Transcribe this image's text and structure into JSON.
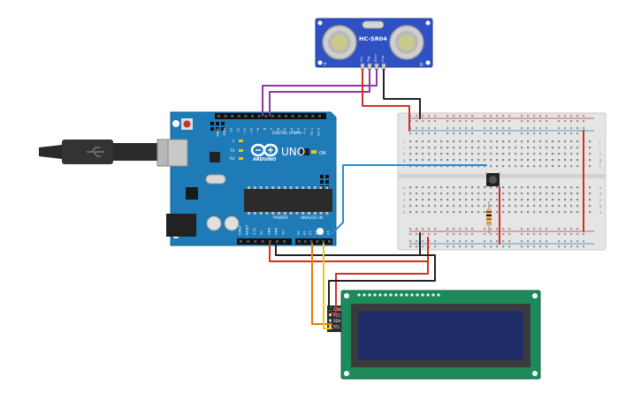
{
  "arduino": {
    "model": "UNO",
    "brand": "ARDUINO",
    "digital_label": "DIGITAL (PWM~)",
    "power_label": "POWER",
    "analog_label": "ANALOG IN",
    "on_label": "ON",
    "led_labels": [
      "L",
      "TX",
      "RX"
    ],
    "power_pins": [
      "IOREF",
      "RESET",
      "3.3V",
      "5V",
      "GND",
      "GND",
      "Vin"
    ],
    "analog_pins": [
      "A0",
      "A1",
      "A2",
      "A3",
      "A4",
      "A5"
    ],
    "digital_pins": [
      "AREF",
      "GND",
      "13",
      "12",
      "~11",
      "~10",
      "~9",
      "8",
      "7",
      "~6",
      "~5",
      "4",
      "~3",
      "2",
      "TX 1",
      "RX 0"
    ]
  },
  "sensor": {
    "model": "HC-SR04",
    "left_mark": "T",
    "right_mark": "R",
    "pins": [
      "Vcc",
      "Trig",
      "Echo",
      "Gnd"
    ]
  },
  "lcd": {
    "pins": [
      "GND",
      "VCC",
      "SDA",
      "SCL"
    ]
  },
  "breadboard": {
    "row_letters_top": [
      "j",
      "i",
      "h",
      "g",
      "f"
    ],
    "row_letters_bottom": [
      "e",
      "d",
      "c",
      "b",
      "a"
    ]
  },
  "colors": {
    "arduino_board": "#1f7ab8",
    "sensor_board": "#2f51c4",
    "lcd_board": "#1d8a5c",
    "lcd_screen": "#1f2e66",
    "wire_purple": "#8e3a9f",
    "wire_red": "#d62d20",
    "wire_black": "#222222",
    "wire_blue": "#2a8ad8",
    "wire_orange": "#e97c00",
    "wire_yellow": "#e8c81b"
  }
}
